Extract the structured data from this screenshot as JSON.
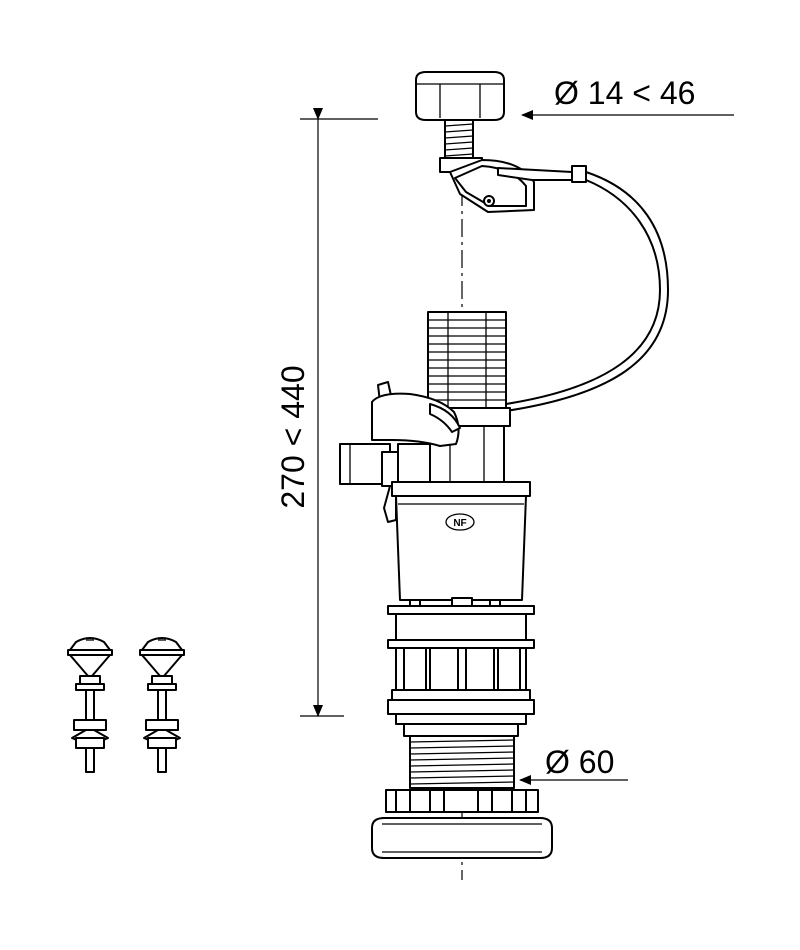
{
  "dimensions": {
    "button_diameter": "Ø 14 < 46",
    "height_range": "270 < 440",
    "base_diameter": "Ø 60"
  },
  "markings": {
    "nf_logo": "NF"
  },
  "colors": {
    "line": "#000000",
    "background": "#ffffff"
  }
}
